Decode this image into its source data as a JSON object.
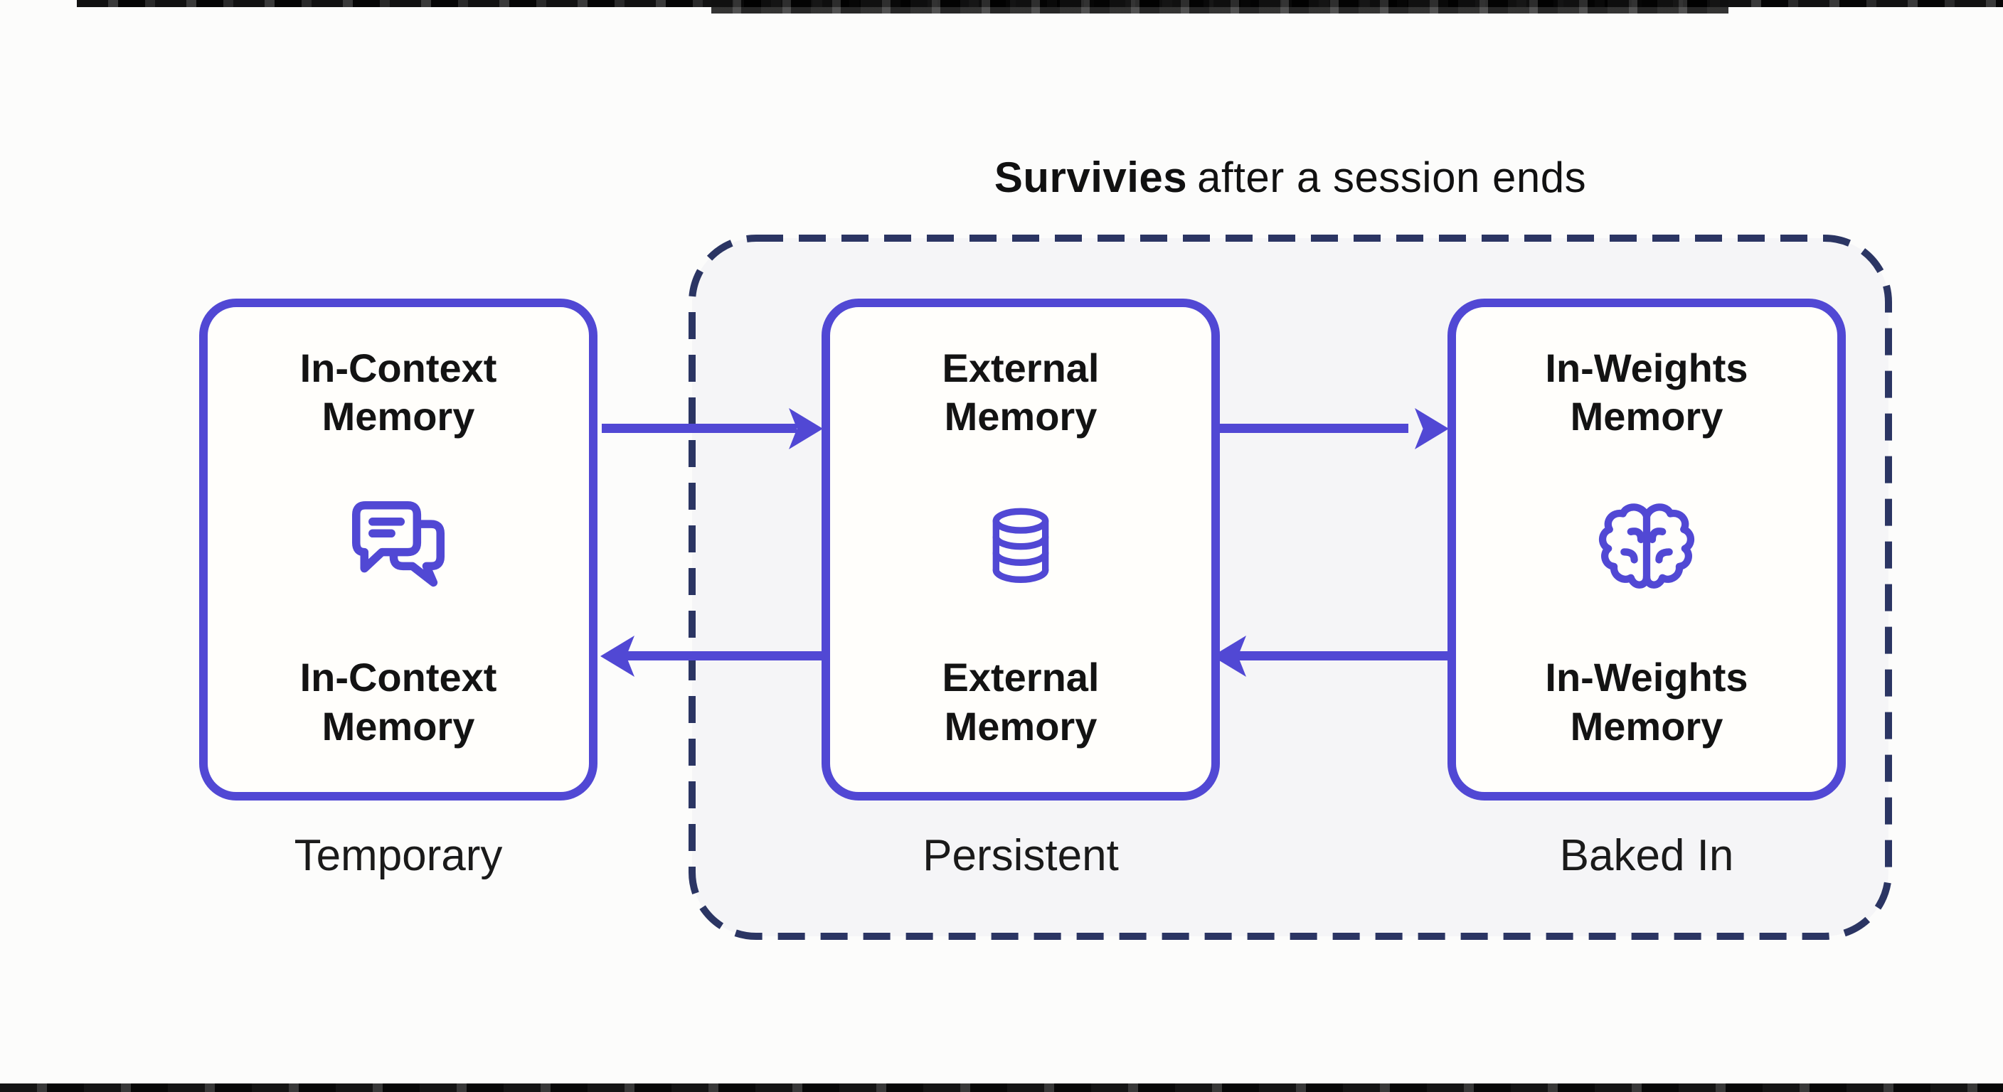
{
  "title": {
    "emphasis": "Survivies",
    "rest": "after a session ends"
  },
  "boxes": [
    {
      "heading_line1": "In-Context",
      "heading_line2": "Memory",
      "footer_line1": "In-Context",
      "footer_line2": "Memory",
      "icon": "chat-icon",
      "caption": "Temporary"
    },
    {
      "heading_line1": "External",
      "heading_line2": "Memory",
      "footer_line1": "External",
      "footer_line2": "Memory",
      "icon": "database-icon",
      "caption": "Persistent"
    },
    {
      "heading_line1": "In-Weights",
      "heading_line2": "Memory",
      "footer_line1": "In-Weights",
      "footer_line2": "Memory",
      "icon": "brain-icon",
      "caption": "Baked In"
    }
  ],
  "colors": {
    "accent": "#5148d4",
    "dashed_border": "#2b3563",
    "group_fill": "#f5f5f7",
    "box_fill": "#fffefb",
    "text": "#141414",
    "background": "#fcfcfb"
  }
}
